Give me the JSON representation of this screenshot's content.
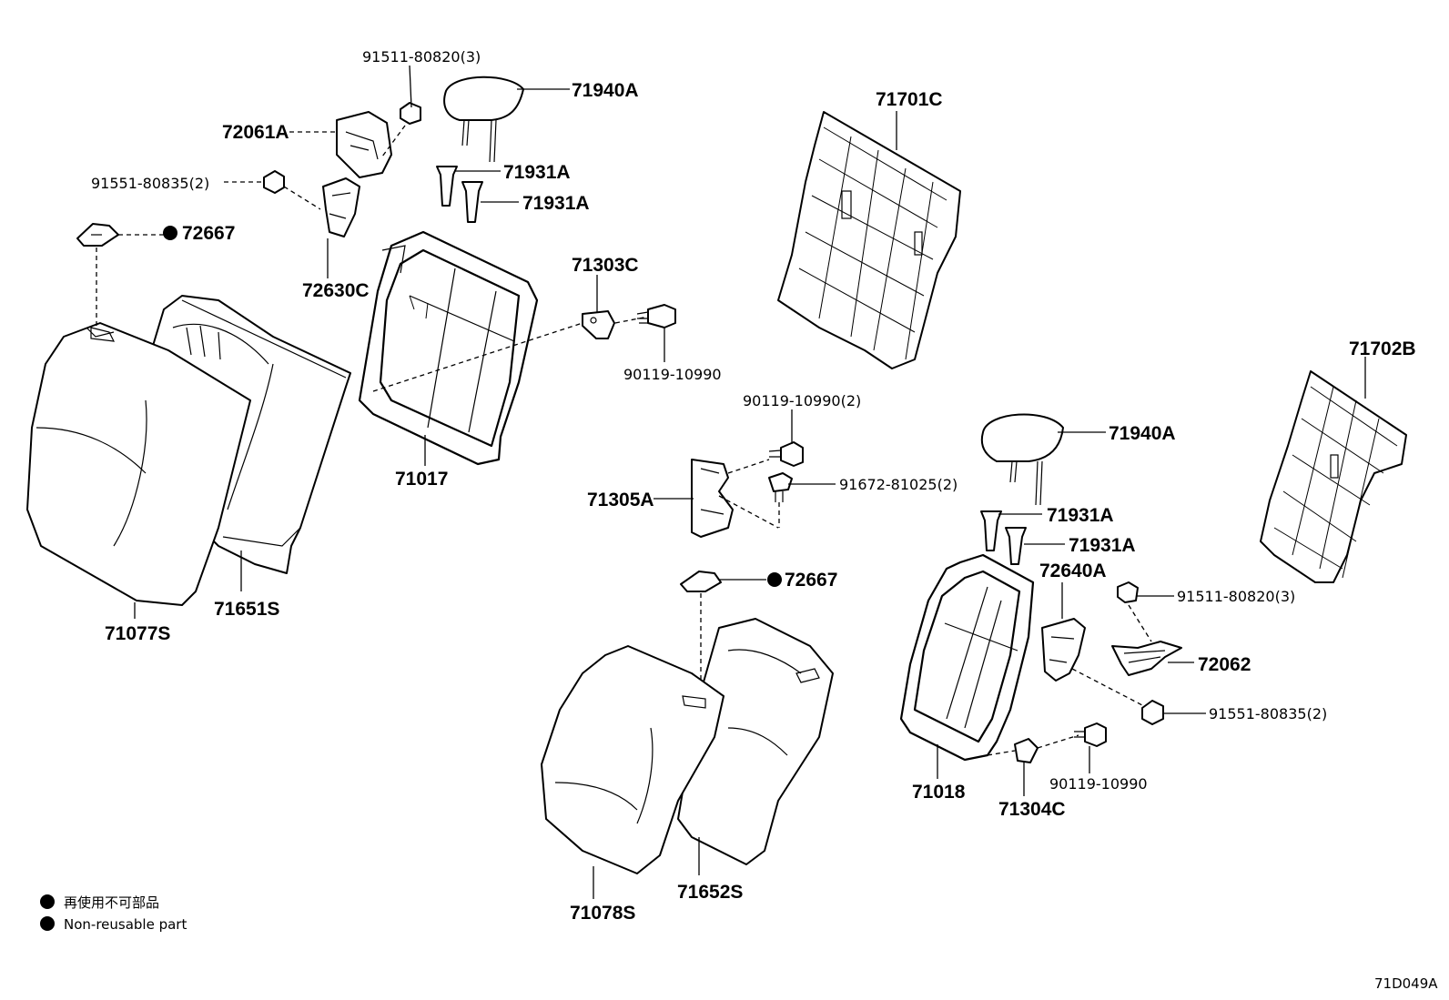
{
  "diagram_id": "71D049A",
  "parts": {
    "p71940A_top": "71940A",
    "p91511_top": "91511-80820(3)",
    "p72061A": "72061A",
    "p91551_left": "91551-80835(2)",
    "p72667_left": "72667",
    "p72630C": "72630C",
    "p71931A_1": "71931A",
    "p71931A_2": "71931A",
    "p71303C": "71303C",
    "p90119_a": "90119-10990",
    "p71017": "71017",
    "p71077S": "71077S",
    "p71651S": "71651S",
    "p71701C": "71701C",
    "p71702B": "71702B",
    "p90119_b": "90119-10990(2)",
    "p91672": "91672-81025(2)",
    "p71305A": "71305A",
    "p71940A_right": "71940A",
    "p71931A_3": "71931A",
    "p71931A_4": "71931A",
    "p72640A": "72640A",
    "p91511_right": "91511-80820(3)",
    "p72062": "72062",
    "p91551_right": "91551-80835(2)",
    "p72667_center": "72667",
    "p71018": "71018",
    "p71304C": "71304C",
    "p90119_c": "90119-10990",
    "p71078S": "71078S",
    "p71652S": "71652S"
  },
  "legend": {
    "japanese": "再使用不可部品",
    "english": "Non-reusable part"
  },
  "non_reusable_marker": "filled-circle"
}
